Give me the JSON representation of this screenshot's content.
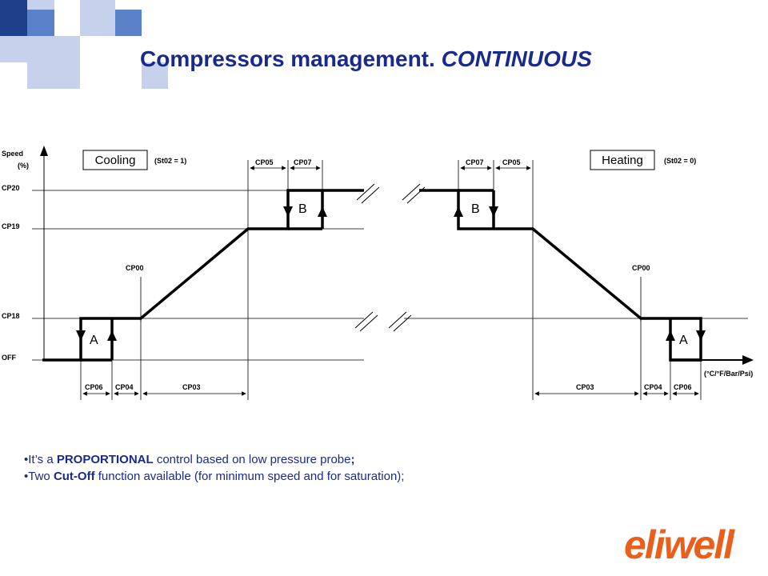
{
  "title": {
    "main": "Compressors management. ",
    "emph": "CONTINUOUS"
  },
  "diagram": {
    "y_axis_label_1": "Speed",
    "y_axis_label_2": "(%)",
    "x_axis_unit": "(°C/°F/Bar/Psi)",
    "levels": {
      "cp20": "CP20",
      "cp19": "CP19",
      "cp18": "CP18",
      "off": "OFF"
    },
    "cooling": {
      "mode": "Cooling",
      "param": "(St02 = 1)"
    },
    "heating": {
      "mode": "Heating",
      "param": "(St02 = 0)"
    },
    "params": {
      "cp00": "CP00",
      "cp03": "CP03",
      "cp04": "CP04",
      "cp05": "CP05",
      "cp06": "CP06",
      "cp07": "CP07"
    },
    "cutoff_a": "A",
    "cutoff_b": "B"
  },
  "bullets": [
    {
      "prefix": "•It’s a ",
      "bold": "PROPORTIONAL",
      "suffix": " control based on low pressure probe",
      "end": ";"
    },
    {
      "prefix": "•Two ",
      "bold": "Cut-Off",
      "suffix": " function available (for minimum speed and for saturation);",
      "end": ""
    }
  ],
  "logo": {
    "text": "eliwell",
    "color": "#e8601c"
  },
  "colors": {
    "title": "#1a2a8c",
    "deco_dark": "#1e3f8a",
    "deco_mid": "#5b82c8",
    "deco_light": "#c6d2ec"
  }
}
